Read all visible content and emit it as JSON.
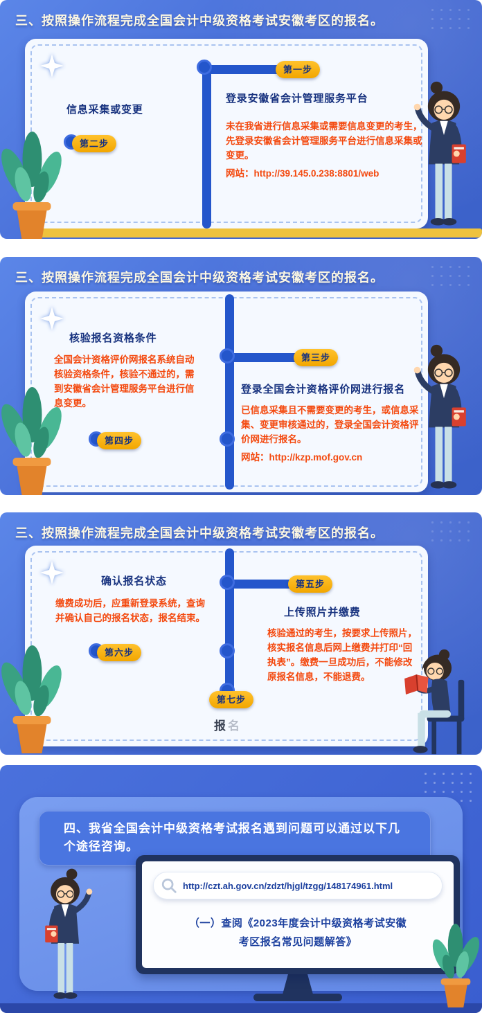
{
  "colors": {
    "panel_background": "#4469d4",
    "card_background": "#f5f9ff",
    "flow_line_blue": "#2456cb",
    "badge_yellow": "#f5a800",
    "heading_navy": "#17327f",
    "body_orange": "#f4490f",
    "title_cream": "#fdf8e3",
    "panel4_inner_blue": "#6e93ea",
    "monitor_navy": "#20335f",
    "footer_blue": "#2b47a8",
    "floor_yellow": "#eec23e",
    "pot_orange": "#e2832b",
    "leaf_green": "#2e8f72"
  },
  "icons": {
    "sparkle": "four-point-star",
    "search": "magnifier",
    "plant": "potted-plant",
    "character": "cartoon-woman-with-glasses"
  },
  "slide1": {
    "title": "三、按照操作流程完成全国会计中级资格考试安徽考区的报名。",
    "step1": {
      "badge": "第一步",
      "heading": "登录安徽省会计管理服务平台",
      "body": "未在我省进行信息采集或需要信息变更的考生，先登录安徽省会计管理服务平台进行信息采集或变更。",
      "url": "网站：http://39.145.0.238:8801/web"
    },
    "step2": {
      "badge": "第二步",
      "heading": "信息采集或变更"
    }
  },
  "slide2": {
    "title": "三、按照操作流程完成全国会计中级资格考试安徽考区的报名。",
    "step3": {
      "badge": "第三步",
      "heading": "登录全国会计资格评价网进行报名",
      "body": "已信息采集且不需要变更的考生，或信息采集、变更审核通过的，登录全国会计资格评价网进行报名。",
      "url": "网站：http://kzp.mof.gov.cn"
    },
    "step4": {
      "badge": "第四步",
      "heading": "核验报名资格条件",
      "body": "全国会计资格评价网报名系统自动核验资格条件，核验不通过的，需到安徽省会计管理服务平台进行信息变更。"
    }
  },
  "slide3": {
    "title": "三、按照操作流程完成全国会计中级资格考试安徽考区的报名。",
    "step5": {
      "badge": "第五步",
      "heading": "上传照片并缴费",
      "body": "核验通过的考生，按要求上传照片，核实报名信息后网上缴费并打印“回执表”。缴费一旦成功后，不能修改原报名信息，不能退费。"
    },
    "step6": {
      "badge": "第六步",
      "heading": "确认报名状态",
      "body": "缴费成功后，应重新登录系统，查询并确认自己的报名状态，报名结束。"
    },
    "step7": {
      "badge": "第七步",
      "tail_1": "报",
      "tail_2": "名"
    }
  },
  "slide4": {
    "title": "四、我省全国会计中级资格考试报名遇到问题可以通过以下几个途径咨询。",
    "browser_url": "http://czt.ah.gov.cn/zdzt/hjgl/tzgg/148174961.html",
    "caption": "（一）查阅《2023年度会计中级资格考试安徽考区报名常见问题解答》"
  }
}
